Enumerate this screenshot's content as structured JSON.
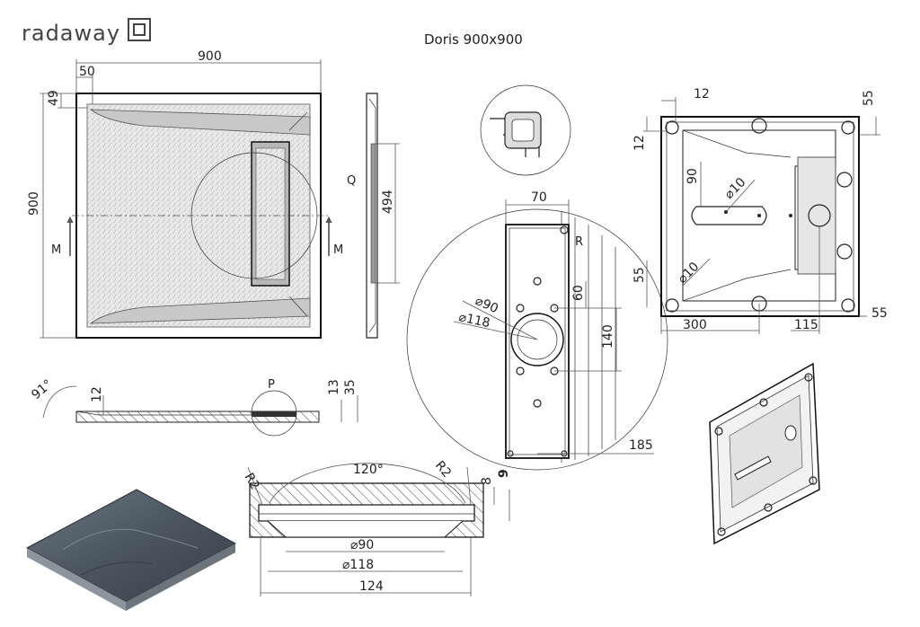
{
  "brand": {
    "name": "radaway"
  },
  "title": "Doris 900x900",
  "labels": {
    "section_M": "M",
    "detail_Q": "Q",
    "detail_P": "P",
    "radius_R": "R"
  },
  "dims": {
    "top_width": "900",
    "top_offset": "50",
    "top_height": "900",
    "top_edge": "49",
    "side_channel": "494",
    "detail_width": "70",
    "detail_d90": "⌀90",
    "detail_d118": "⌀118",
    "detail_60": "60",
    "detail_140": "140",
    "detail_185": "185",
    "under_12_top": "12",
    "under_12_left": "12",
    "under_55_top": "55",
    "under_90": "90",
    "under_d10_a": "⌀10",
    "under_d10_b": "⌀10",
    "under_55_left": "55",
    "under_300": "300",
    "under_115": "115",
    "under_55_right": "55",
    "sec_91": "91°",
    "sec_12": "12",
    "sec_13": "13",
    "sec_35": "35",
    "drain_120": "120°",
    "drain_R2_left": "R2",
    "drain_R2_right": "R2",
    "drain_8": "8",
    "drain_9": "9",
    "drain_d90": "⌀90",
    "drain_d118": "⌀118",
    "drain_124": "124"
  },
  "colors": {
    "line": "#222222",
    "tray_fill": "#e6e6e6",
    "channel_fill": "#a9a9a9",
    "slate": "#4a5560"
  }
}
